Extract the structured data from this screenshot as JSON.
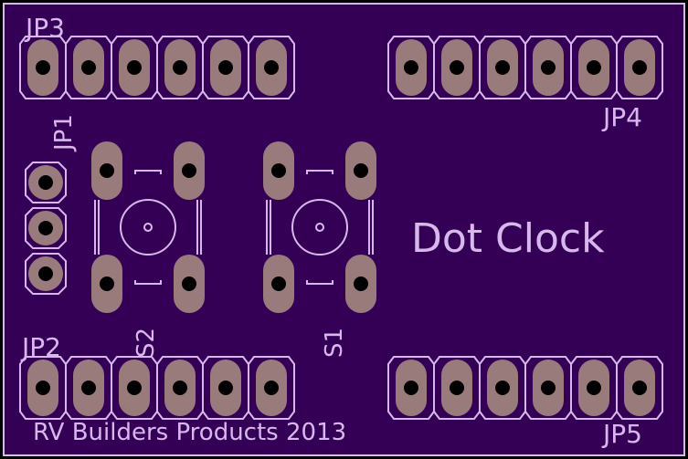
{
  "colors": {
    "board": "#330055",
    "outline": "#d8b8ec",
    "pad": "#9a7b7b",
    "hole": "#000000",
    "background": "#000000"
  },
  "labels": {
    "jp1": "JP1",
    "jp2": "JP2",
    "jp3": "JP3",
    "jp4": "JP4",
    "jp5": "JP5",
    "s1": "S1",
    "s2": "S2",
    "title": "Dot Clock",
    "credit": "RV Builders Products 2013"
  },
  "headers": [
    {
      "id": "jp3",
      "pins": 6
    },
    {
      "id": "jp4",
      "pins": 6
    },
    {
      "id": "jp2",
      "pins": 6
    },
    {
      "id": "jp5",
      "pins": 6
    },
    {
      "id": "jp1",
      "pins": 3
    }
  ],
  "switches": [
    {
      "id": "s2",
      "pins": 4
    },
    {
      "id": "s1",
      "pins": 4
    }
  ]
}
